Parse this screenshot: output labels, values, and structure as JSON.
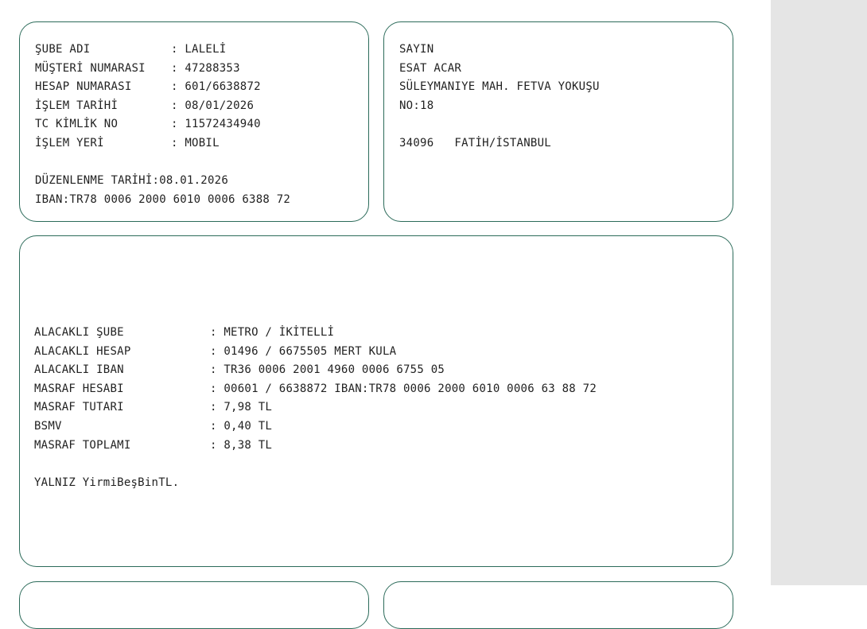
{
  "info": {
    "rows": [
      {
        "label": "ŞUBE ADI",
        "value": ": LALELİ"
      },
      {
        "label": "MÜŞTERİ NUMARASI",
        "value": ": 47288353"
      },
      {
        "label": "HESAP NUMARASI",
        "value": ": 601/6638872"
      },
      {
        "label": "İŞLEM TARİHİ",
        "value": ": 08/01/2026"
      },
      {
        "label": "TC KİMLİK NO",
        "value": ": 11572434940"
      },
      {
        "label": "İŞLEM YERİ",
        "value": ": MOBIL"
      }
    ],
    "issue_date": "DÜZENLENME TARİHİ:08.01.2026",
    "iban": "IBAN:TR78 0006 2000 6010 0006 6388 72"
  },
  "address": {
    "salutation": "SAYIN",
    "name": "ESAT ACAR",
    "street": "SÜLEYMANIYE MAH. FETVA YOKUŞU",
    "number": "NO:18",
    "postal_city": "34096   FATİH/İSTANBUL"
  },
  "details": {
    "rows": [
      {
        "label": "ALACAKLI ŞUBE",
        "value": ": METRO / İKİTELLİ"
      },
      {
        "label": "ALACAKLI HESAP",
        "value": ": 01496 / 6675505 MERT KULA"
      },
      {
        "label": "ALACAKLI IBAN",
        "value": ": TR36 0006 2001 4960 0006 6755 05"
      },
      {
        "label": "MASRAF HESABI",
        "value": ": 00601 / 6638872 IBAN:TR78 0006 2000 6010 0006 63 88 72"
      },
      {
        "label": "MASRAF TUTARI",
        "value": ": 7,98 TL"
      },
      {
        "label": "BSMV",
        "value": ": 0,40 TL"
      },
      {
        "label": "MASRAF TOPLAMI",
        "value": ": 8,38 TL"
      }
    ],
    "amount_in_words": "YALNIZ YirmiBeşBinTL."
  }
}
